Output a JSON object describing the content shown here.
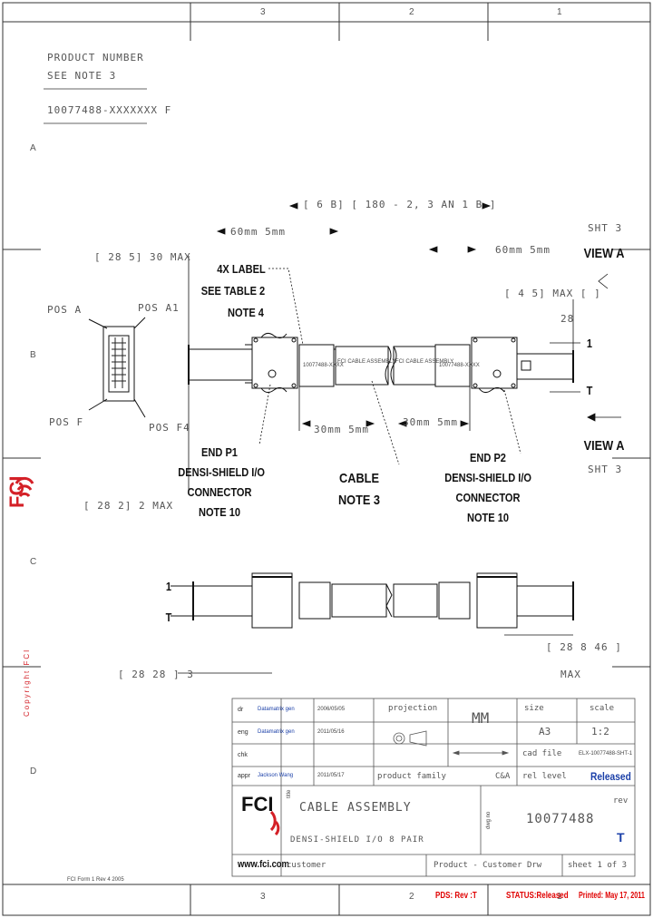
{
  "zones": {
    "top": [
      "3",
      "2",
      "1"
    ],
    "bottom": [
      "3",
      "2",
      "1"
    ],
    "side": [
      "A",
      "B",
      "C",
      "D"
    ]
  },
  "product_number": {
    "line1": "PRODUCT NUMBER",
    "line2": "SEE NOTE 3",
    "value": "10077488-XXXXXXX F"
  },
  "dimensions": {
    "overall": "[ 6 B] [ 180 - 2,  3 AN 1 B ]",
    "left_tail": "60mm  5mm",
    "right_tail": "60mm  5mm",
    "left_height": "[ 28  5]  30 MAX",
    "right_height": "[ 4  5] MAX [ ]",
    "right_28": "28",
    "dim_30_left": "30mm  5mm",
    "dim_30_right": "30mm  5mm",
    "left_lower": "[ 28  2] 2 MAX  ",
    "bottom_left": "[ 28  28 ]  3",
    "bottom_right_1": "[ 28  8  46 ]",
    "bottom_right_2": "MAX"
  },
  "labels": {
    "pos_a": "POS  A",
    "pos_a1": "POS  A1",
    "pos_f": "POS  F",
    "pos_f4": "POS  F4",
    "label_4x": "4X LABEL",
    "see_table": "SEE TABLE 2",
    "note_4": "NOTE 4",
    "end_p1_1": "END P1",
    "end_p1_2": "DENSI-SHIELD I/O",
    "end_p1_3": "CONNECTOR",
    "end_p1_4": "NOTE 10",
    "cable_1": "CABLE",
    "cable_2": "NOTE 3",
    "end_p2_1": "END P2",
    "end_p2_2": "DENSI-SHIELD I/O",
    "end_p2_3": "CONNECTOR",
    "end_p2_4": "NOTE 10",
    "sht_top": "SHT 3",
    "view_a_top": "VIEW A",
    "view_a_bottom": "VIEW A",
    "sht_bottom": "SHT 3",
    "marker_1": "1",
    "marker_t": "T",
    "marker_1_side": "1",
    "marker_t_side": "T"
  },
  "copyright": "Copyright FCI",
  "fci_side": "FCI",
  "title_block": {
    "dr_label": "dr",
    "dr_name": "Datamatrix gen",
    "dr_date": "2006/05/05",
    "eng_label": "eng",
    "eng_name": "Datamatrix gen",
    "eng_date": "2011/05/16",
    "chk_label": "chk",
    "chk_date": "  ",
    "appr_label": "appr",
    "appr_name": "Jackson Wang",
    "appr_date": "2011/05/17",
    "projection_label": "projection",
    "units": "MM",
    "size_label": "size",
    "size_value": "A3",
    "scale_label": "scale",
    "scale_value": "1:2",
    "cad_file_label": "cad file",
    "cad_file_value": "ELX-10077488-SHT-1",
    "product_family_label": "product family",
    "family_value": "C&A",
    "rel_level_label": "rel level",
    "rel_level_value": "Released",
    "title_label": "title",
    "title_value": "CABLE ASSEMBLY",
    "subtitle_value": "DENSI-SHIELD I/O 8 PAIR",
    "dwg_label": "dwg no",
    "dwg_value": "10077488",
    "rev_label": "rev",
    "rev_value": "T",
    "company_url": "www.fci.com",
    "customer_label": "customer",
    "product_customer": "Product - Customer Drw",
    "sheet_label": "sheet 1 of 3"
  },
  "footer": {
    "pds": "PDS: Rev :T",
    "status": "STATUS:Released",
    "printed": "Printed:  May 17, 2011",
    "left_note": "FCI Form 1 Rev 4 2005"
  },
  "cable_text": {
    "label_left": "10077488-XXXX",
    "label_mid1": "FCI CABLE ASSEMBLY",
    "label_mid2": "FCI CABLE ASSEMBLY",
    "label_right": "10077488-XXXX"
  },
  "colors": {
    "line": "#111111",
    "logo_red": "#d42027",
    "status_red": "#e00000",
    "released_blue": "#1a3fa8"
  }
}
